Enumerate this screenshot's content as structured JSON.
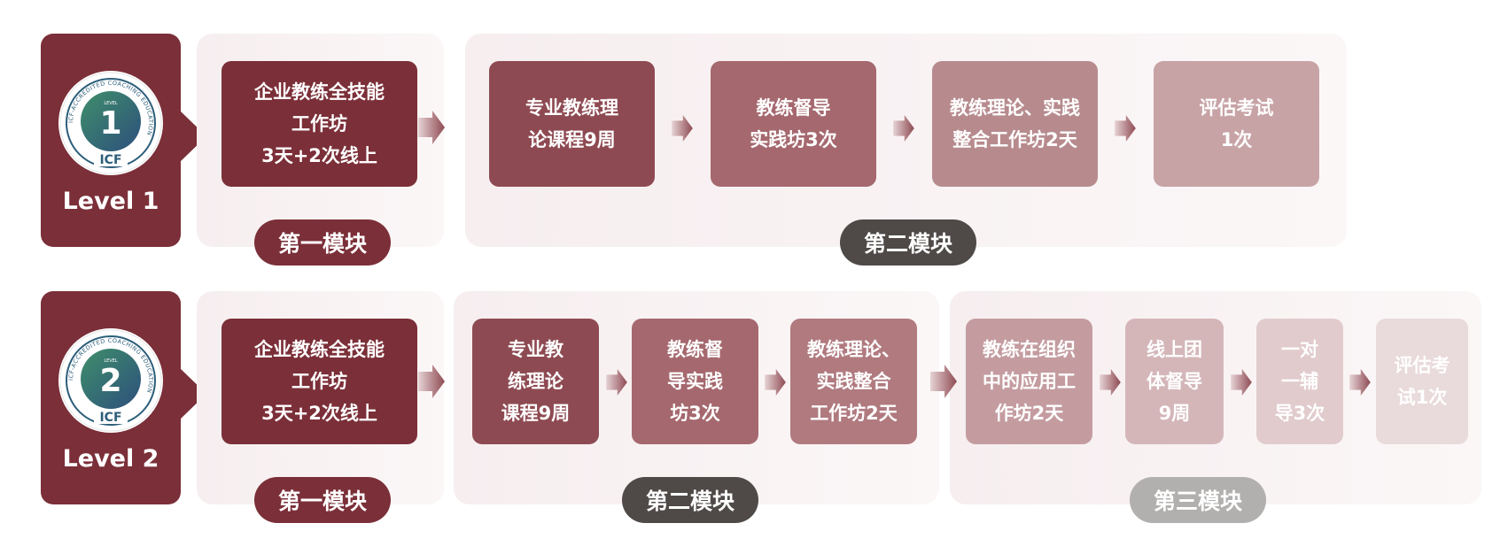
{
  "level1": {
    "label": "Level 1",
    "badge_number": "1",
    "badge_ring_text": "ICF-ACCREDITED COACHING EDUCATION",
    "badge_level_word": "LEVEL",
    "badge_logo": "ICF",
    "boxes": [
      {
        "text": "企业教练全技能\n工作坊\n3天+2次线上",
        "color": "#7b2f38"
      },
      {
        "text": "专业教练理\n论课程9周",
        "color": "#8e4a52"
      },
      {
        "text": "教练督导\n实践坊3次",
        "color": "#a5686e"
      },
      {
        "text": "教练理论、实践\n整合工作坊2天",
        "color": "#b78b8e"
      },
      {
        "text": "评估考试\n1次",
        "color": "#c8a3a6"
      }
    ],
    "pills": [
      {
        "text": "第一模块",
        "color": "#7b2f38"
      },
      {
        "text": "第二模块",
        "color": "#4f4a48"
      }
    ]
  },
  "level2": {
    "label": "Level 2",
    "badge_number": "2",
    "badge_ring_text": "ICF-ACCREDITED COACHING EDUCATION",
    "badge_level_word": "LEVEL",
    "badge_logo": "ICF",
    "boxes": [
      {
        "text": "企业教练全技能\n工作坊\n3天+2次线上",
        "color": "#7b2f38"
      },
      {
        "text": "专业教\n练理论\n课程9周",
        "color": "#8e4a52"
      },
      {
        "text": "教练督\n导实践\n坊3次",
        "color": "#a5686e"
      },
      {
        "text": "教练理论、\n实践整合\n工作坊2天",
        "color": "#b07a7f"
      },
      {
        "text": "教练在组织\n中的应用工\n作坊2天",
        "color": "#c49ca0"
      },
      {
        "text": "线上团\n体督导\n9周",
        "color": "#d4b6b9"
      },
      {
        "text": "一对\n一辅\n导3次",
        "color": "#e1cbcd"
      },
      {
        "text": "评估考\n试1次",
        "color": "#e9dadb"
      }
    ],
    "pills": [
      {
        "text": "第一模块",
        "color": "#7b2f38"
      },
      {
        "text": "第二模块",
        "color": "#4f4a48"
      },
      {
        "text": "第三模块",
        "color": "#b2b0af"
      }
    ]
  },
  "colors": {
    "badge_fill": "#7b2f38",
    "arrow_color": "#8e4a52",
    "badge_ring": "#2c5e7a"
  }
}
